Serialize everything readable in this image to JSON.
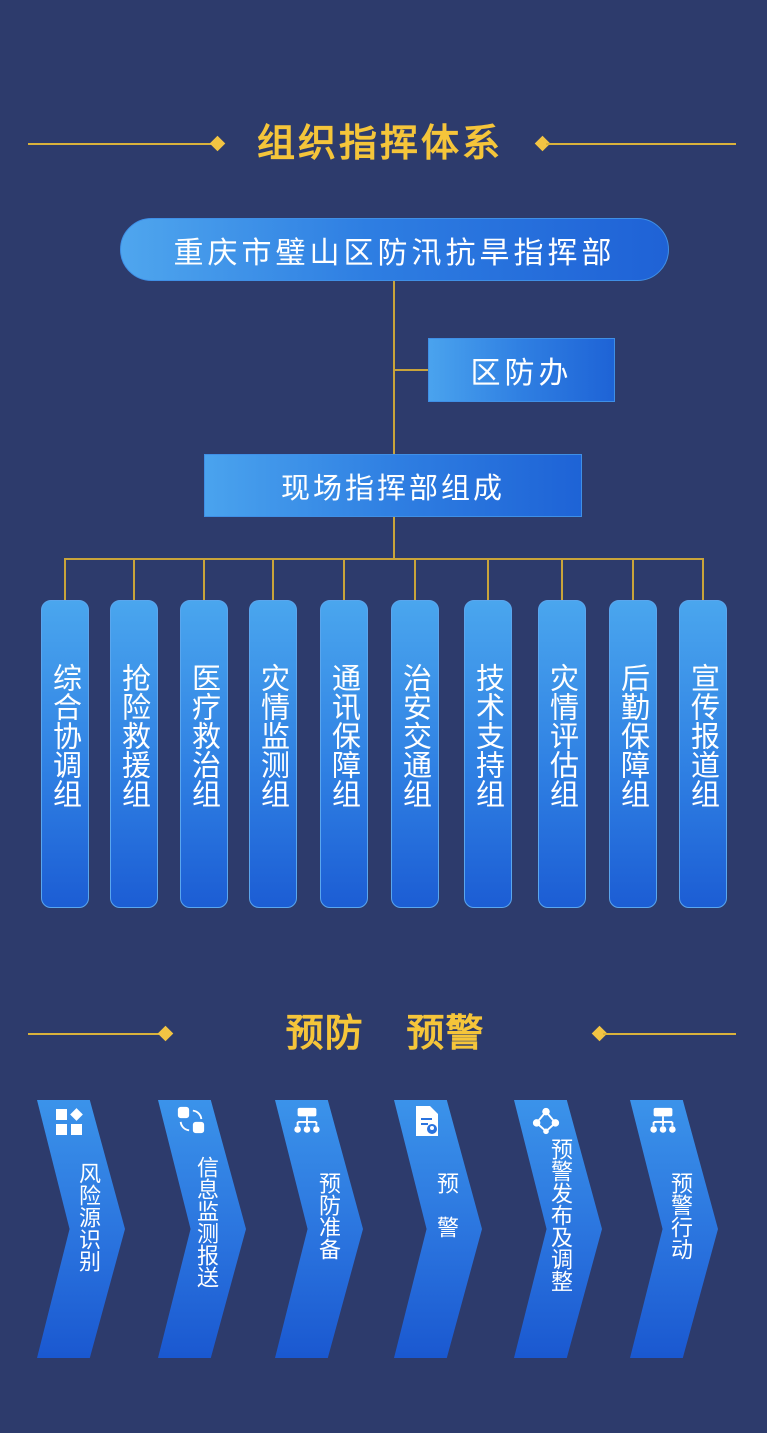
{
  "section1": {
    "title": "组织指挥体系"
  },
  "org": {
    "root": "重庆市璧山区防汛抗旱指挥部",
    "office": "区防办",
    "field_command": "现场指挥部组成",
    "groups": [
      "综合协调组",
      "抢险救援组",
      "医疗救治组",
      "灾情监测组",
      "通讯保障组",
      "治安交通组",
      "技术支持组",
      "灾情评估组",
      "后勤保障组",
      "宣传报道组"
    ]
  },
  "section2": {
    "title": "预防   预警"
  },
  "steps": [
    {
      "label": "风险源识别",
      "icon": "grid-diamond-icon"
    },
    {
      "label": "信息监测报送",
      "icon": "exchange-icon"
    },
    {
      "label": "预防准备",
      "icon": "hierarchy-icon"
    },
    {
      "label": "预　警",
      "icon": "document-user-icon"
    },
    {
      "label": "预警发布及调整",
      "icon": "share-nodes-icon"
    },
    {
      "label": "预警行动",
      "icon": "hierarchy-icon"
    }
  ],
  "colors": {
    "background": "#2d3b6c",
    "accent": "#f5c53a",
    "box": "#2f7fe2"
  }
}
